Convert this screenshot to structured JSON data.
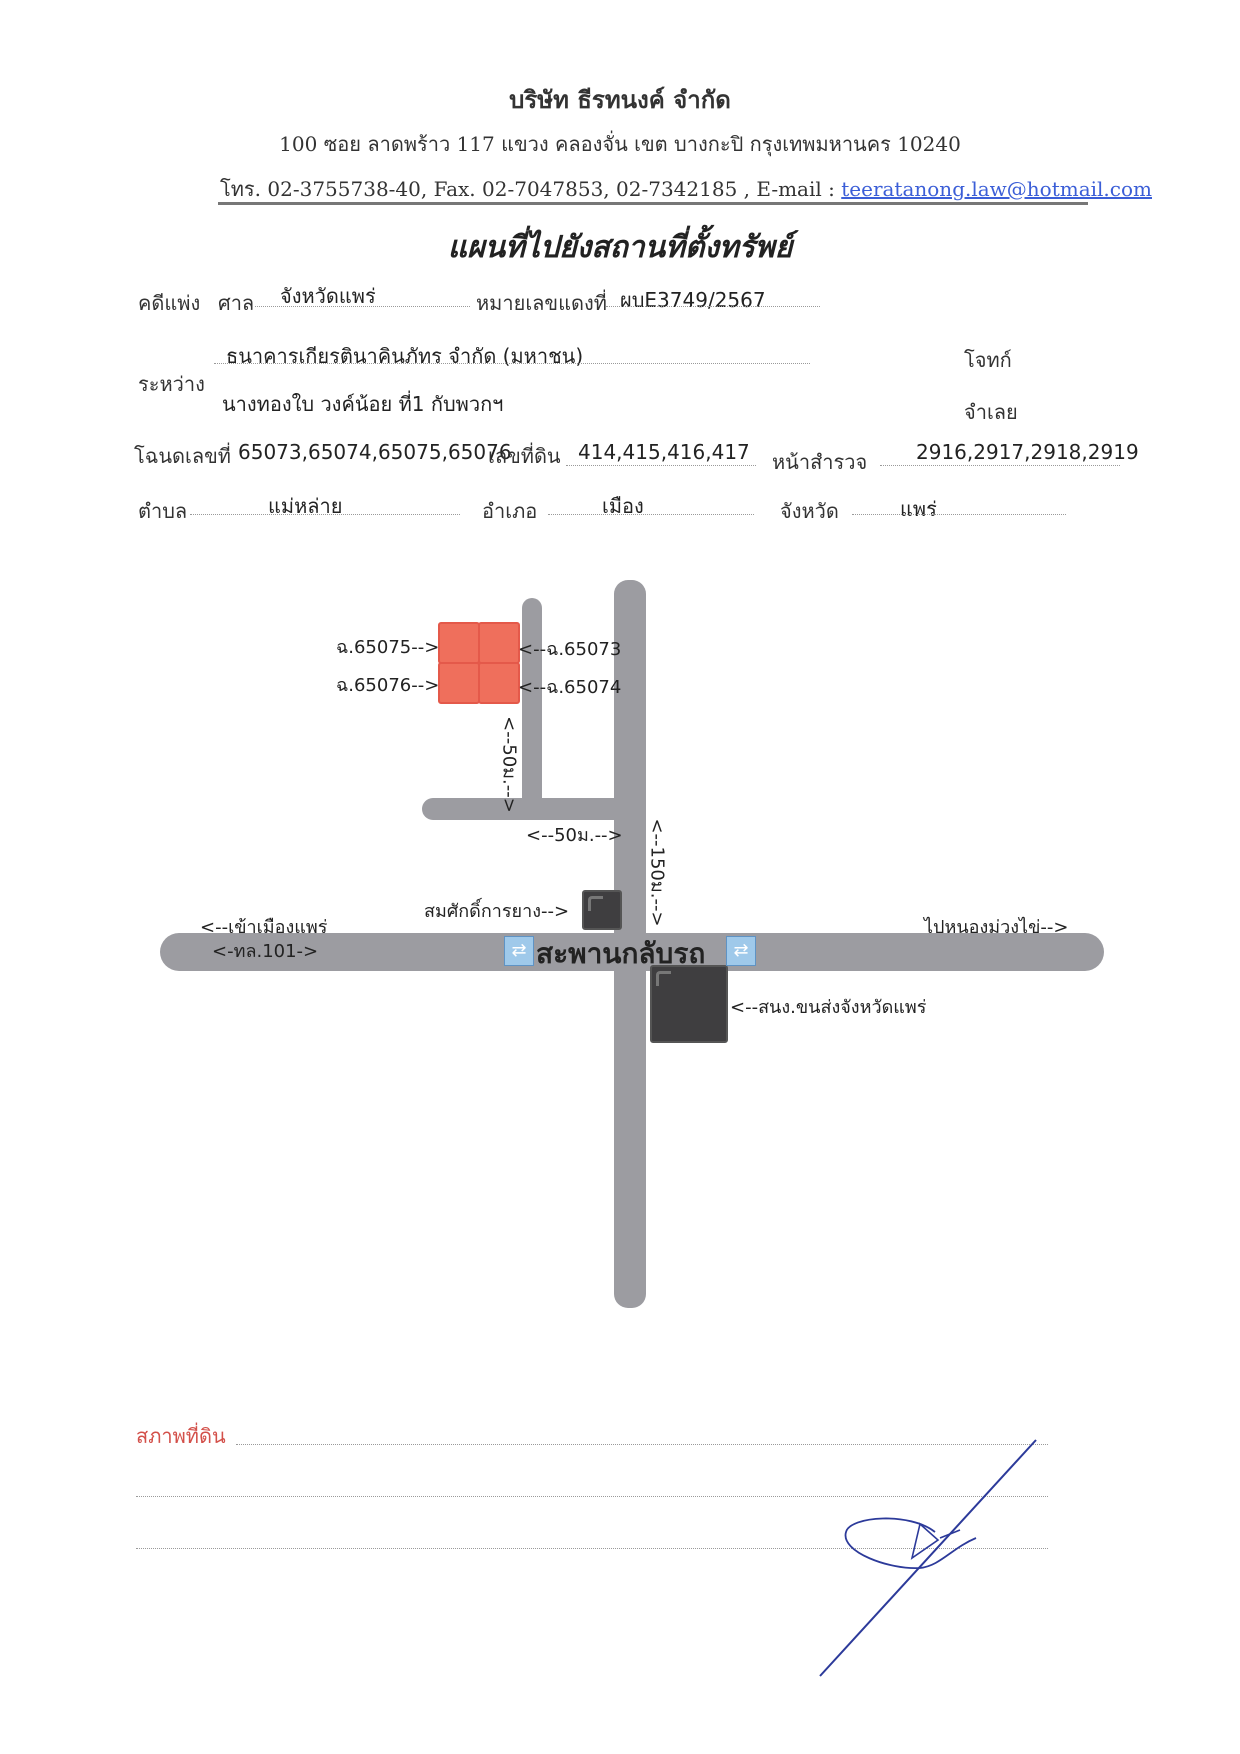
{
  "header": {
    "company": "บริษัท ธีรทนงค์ จำกัด",
    "address": "100 ซอย ลาดพร้าว 117 แขวง คลองจั่น เขต บางกะปิ กรุงเทพมหานคร 10240",
    "contact_prefix": "โทร. 02-3755738-40, Fax. 02-7047853, 02-7342185 , E-mail : ",
    "email": "teeratanong.law@hotmail.com"
  },
  "title": "แผนที่ไปยังสถานที่ตั้งทรัพย์",
  "case": {
    "case_type_label": "คดีแพ่ง",
    "court_label": "ศาล",
    "court_value": "จังหวัดแพร่",
    "red_no_label": "หมายเลขแดงที่",
    "red_no_value": "ผบE3749/2567",
    "between_label": "ระหว่าง",
    "plaintiff_value": "ธนาคารเกียรตินาคินภัทร จำกัด (มหาชน)",
    "plaintiff_label": "โจทก์",
    "defendant_value": "นางทองใบ วงค์น้อย ที่1 กับพวกฯ",
    "defendant_label": "จำเลย"
  },
  "deed": {
    "deed_label": "โฉนดเลขที่",
    "deed_value": "65073,65074,65075,65076",
    "land_no_label": "เลขที่ดิน",
    "land_no_value": "414,415,416,417",
    "survey_label": "หน้าสำรวจ",
    "survey_value": "2916,2917,2918,2919"
  },
  "location": {
    "subdistrict_label": "ตำบล",
    "subdistrict_value": "แม่หล่าย",
    "district_label": "อำเภอ",
    "district_value": "เมือง",
    "province_label": "จังหวัด",
    "province_value": "แพร่"
  },
  "map": {
    "plot_65075": "ฉ.65075-->",
    "plot_65076": "ฉ.65076-->",
    "plot_65073": "<--ฉ.65073",
    "plot_65074": "<--ฉ.65074",
    "dist_50_vertical": "<--50ม.-->",
    "dist_50_horizontal": "<--50ม.-->",
    "dist_150": "<--150ม.-->",
    "landmark_shop": "สมศักดิ์การยาง-->",
    "to_city": "<--เข้าเมืองแพร่",
    "highway": "<-ทล.101->",
    "to_nongmuangkhai": "ไปหนองม่วงไข่-->",
    "bridge": "สะพานกลับรถ",
    "transport_office": "<--สนง.ขนส่งจังหวัดแพร่",
    "colors": {
      "road": "#9c9ca1",
      "plot": "#ef6f5c",
      "building": "#3f3e40"
    }
  },
  "land_condition": {
    "label": "สภาพที่ดิน"
  }
}
